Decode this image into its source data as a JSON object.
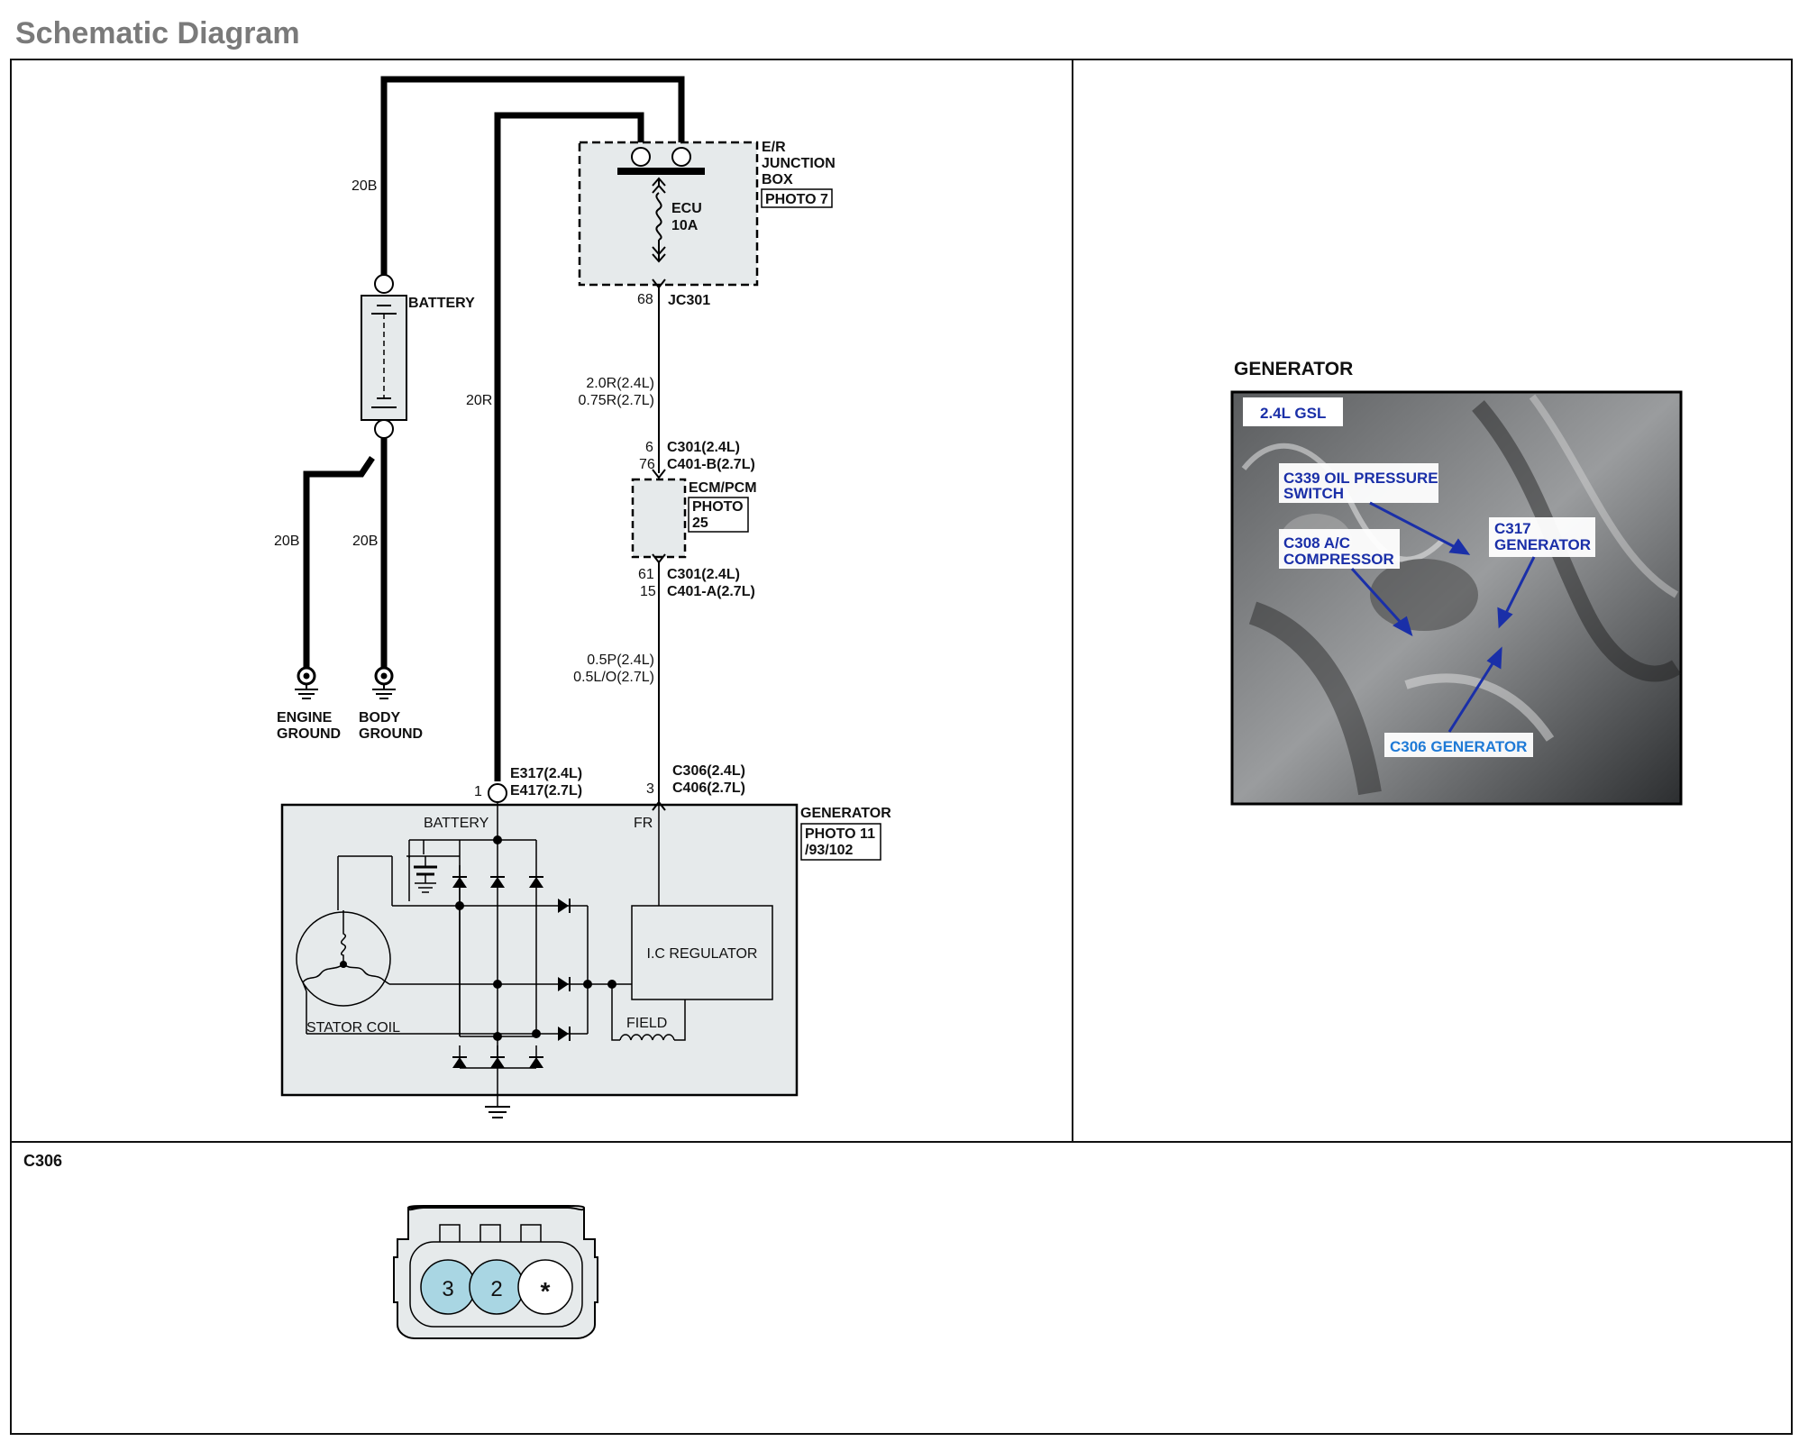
{
  "page": {
    "title": "Schematic Diagram"
  },
  "junction_box": {
    "name_lines": [
      "E/R",
      "JUNCTION",
      "BOX"
    ],
    "photo": "PHOTO 7",
    "fuse_lines": [
      "ECU",
      "10A"
    ],
    "pin": "68",
    "connector": "JC301"
  },
  "wires": {
    "battery_positive": "20B",
    "generator_battery": "20R",
    "engine_ground": "20B",
    "body_ground": "20B",
    "jb_to_ecm_lines": [
      "2.0R(2.4L)",
      "0.75R(2.7L)"
    ],
    "ecm_to_gen_lines": [
      "0.5P(2.4L)",
      "0.5L/O(2.7L)"
    ]
  },
  "battery": {
    "label": "BATTERY"
  },
  "grounds": {
    "engine_lines": [
      "ENGINE",
      "GROUND"
    ],
    "body_lines": [
      "BODY",
      "GROUND"
    ]
  },
  "ecm": {
    "name": "ECM/PCM",
    "photo_lines": [
      "PHOTO",
      "25"
    ],
    "top_pins": [
      "6",
      "76"
    ],
    "top_connectors": [
      "C301(2.4L)",
      "C401-B(2.7L)"
    ],
    "bottom_pins": [
      "61",
      "15"
    ],
    "bottom_connectors": [
      "C301(2.4L)",
      "C401-A(2.7L)"
    ]
  },
  "generator_terminals": {
    "battery_pin": "1",
    "battery_connectors": [
      "E317(2.4L)",
      "E417(2.7L)"
    ],
    "fr_pin": "3",
    "fr_connectors": [
      "C306(2.4L)",
      "C406(2.7L)"
    ]
  },
  "generator": {
    "name": "GENERATOR",
    "photo_lines": [
      "PHOTO 11",
      "/93/102"
    ],
    "battery_label": "BATTERY",
    "fr_label": "FR",
    "regulator": "I.C REGULATOR",
    "field": "FIELD",
    "stator": "STATOR COIL"
  },
  "photo_panel": {
    "title": "GENERATOR",
    "engine_tag": "2.4L GSL",
    "callouts": {
      "c339_lines": [
        "C339 OIL PRESSURE",
        "SWITCH"
      ],
      "c308_lines": [
        "C308 A/C",
        "COMPRESSOR"
      ],
      "c317_lines": [
        "C317",
        "GENERATOR"
      ],
      "c306": "C306 GENERATOR"
    }
  },
  "connector_panel": {
    "title": "C306",
    "pins": [
      "3",
      "2",
      "*"
    ]
  },
  "colors": {
    "panel_fill": "#e6eaeb",
    "pin_fill": "#a9d6e3",
    "callout_text": "#1a2fa8",
    "c306_callout": "#1f7ad6"
  }
}
